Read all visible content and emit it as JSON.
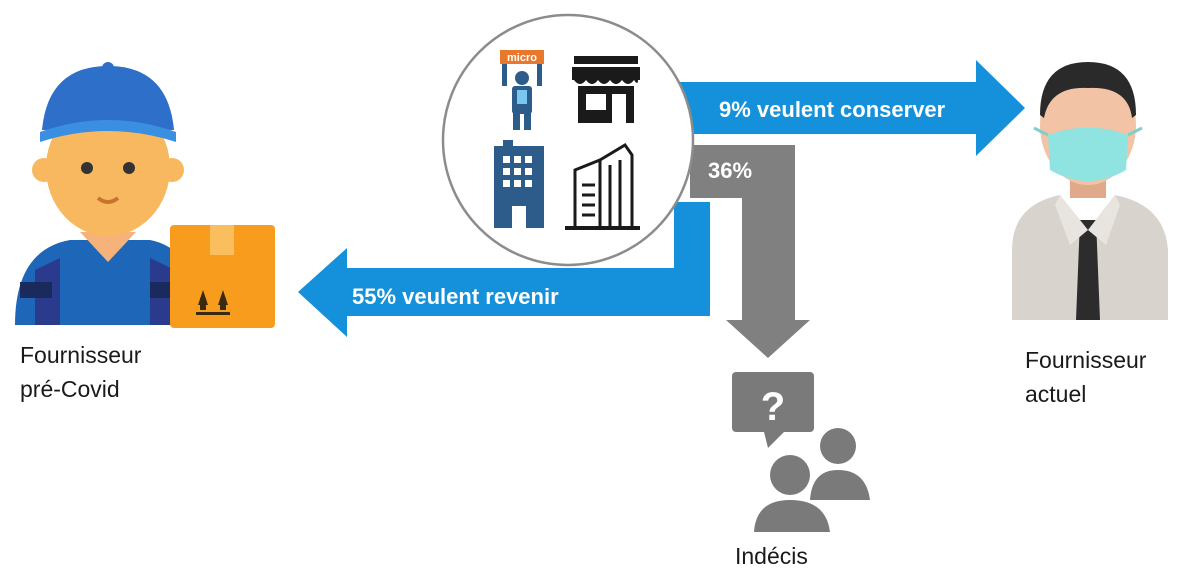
{
  "supplier_pre": {
    "line1": "Fournisseur",
    "line2": "pré-Covid",
    "icon": "delivery-worker-icon"
  },
  "supplier_current": {
    "line1": "Fournisseur",
    "line2": "actuel",
    "icon": "masked-man-icon"
  },
  "undecided": {
    "label": "Indécis",
    "icon": "people-question-icon"
  },
  "hub": {
    "micro_tag": "micro",
    "icons": [
      "micro-worker-icon",
      "shop-icon",
      "office-building-icon",
      "skyscraper-icon"
    ]
  },
  "arrows": {
    "keep": {
      "label": "9% veulent conserver",
      "value": 9
    },
    "return": {
      "label": "55% veulent revenir",
      "value": 55
    },
    "undecided": {
      "label": "36%",
      "value": 36
    }
  },
  "colors": {
    "blue": "#1591DB",
    "gray": "#808080",
    "dark_blue": "#2E5C8A",
    "orange": "#F79C1C"
  }
}
